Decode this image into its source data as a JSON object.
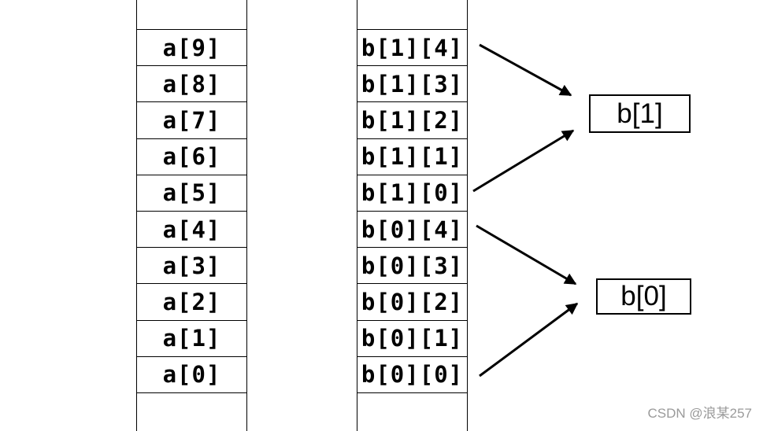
{
  "array_a": {
    "cells": [
      "",
      "a[9]",
      "a[8]",
      "a[7]",
      "a[6]",
      "a[5]",
      "a[4]",
      "a[3]",
      "a[2]",
      "a[1]",
      "a[0]",
      ""
    ]
  },
  "array_b": {
    "cells": [
      "",
      "b[1][4]",
      "b[1][3]",
      "b[1][2]",
      "b[1][1]",
      "b[1][0]",
      "b[0][4]",
      "b[0][3]",
      "b[0][2]",
      "b[0][1]",
      "b[0][0]",
      ""
    ]
  },
  "groups": {
    "b1_label": "b[1]",
    "b0_label": "b[0]"
  },
  "watermark": "CSDN @浪某257"
}
